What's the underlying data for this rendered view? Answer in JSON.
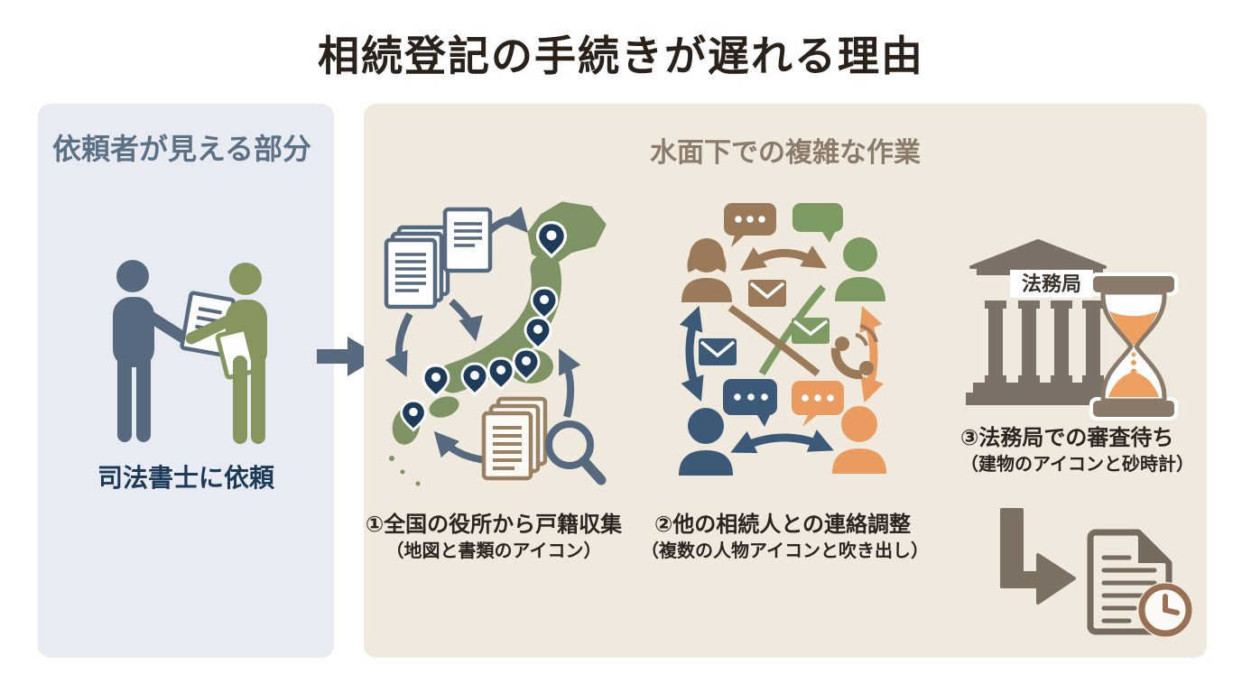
{
  "title": "相続登記の手続きが遅れる理由",
  "left_panel": {
    "header": "依頼者が見える部分",
    "caption": "司法書士に依頼"
  },
  "right_panel": {
    "header": "水面下での複雑な作業",
    "building_sign": "法務局",
    "steps": [
      {
        "label": "①全国の役所から戸籍収集",
        "sublabel": "（地図と書類のアイコン）"
      },
      {
        "label": "②他の相続人との連絡調整",
        "sublabel": "（複数の人物アイコンと吹き出し）"
      },
      {
        "label": "③法務局での審査待ち",
        "sublabel": "（建物のアイコンと砂時計）"
      }
    ]
  },
  "colors": {
    "page_bg": "#ffffff",
    "title_text": "#2a211b",
    "left_panel_bg": "#e8ecf2",
    "left_header_text": "#5d7186",
    "left_caption_text": "#1d3a5a",
    "right_panel_bg": "#f0eade",
    "right_header_text": "#8b7b6a",
    "caption_text": "#2b2520",
    "slate": "#56697e",
    "olive": "#87955f",
    "map_green": "#7d9363",
    "pin_navy": "#1e3c5a",
    "doc_brown": "#9b8164",
    "person_brown": "#9b7a59",
    "person_green": "#7c9a62",
    "person_navy": "#3c5a77",
    "person_orange": "#e99b60",
    "flow_arrow_brown": "#8b7a67",
    "building_gray": "#7c7166",
    "hourglass_frame": "#8a7a6a",
    "sand_orange": "#eda05f",
    "clock_brown": "#9a7055",
    "doc_outline_gray": "#766b5c"
  }
}
